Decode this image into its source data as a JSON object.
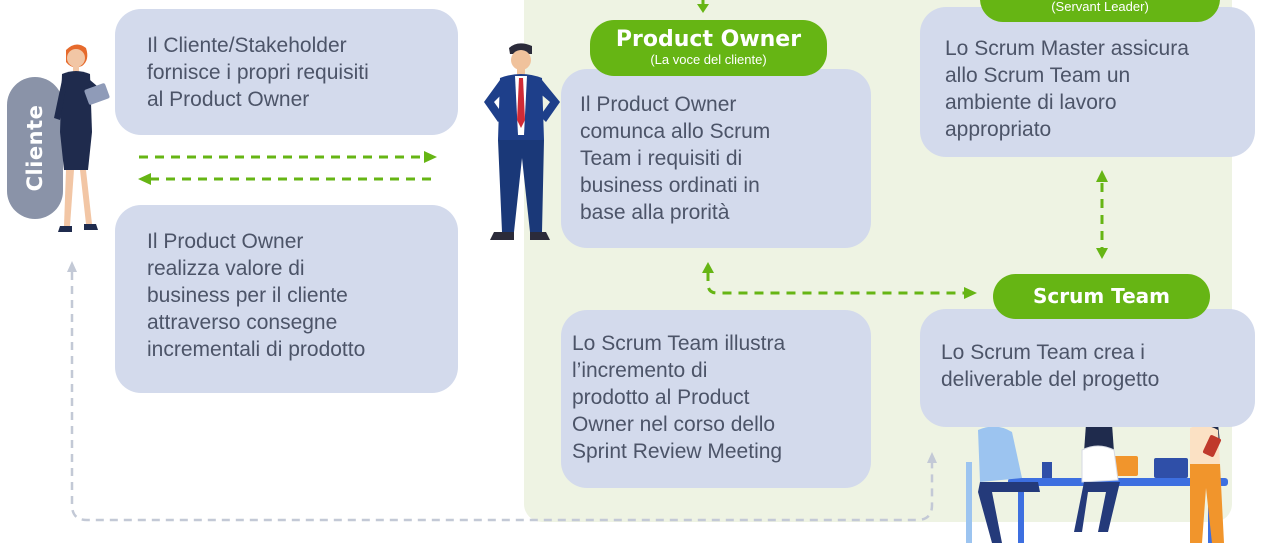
{
  "client_label": "Cliente",
  "product_owner": {
    "title": "Product Owner",
    "subtitle": "(La voce del cliente)"
  },
  "scrum_master": {
    "subtitle": "(Servant Leader)"
  },
  "scrum_team": {
    "title": "Scrum Team"
  },
  "boxes": {
    "client_requirements": "Il Cliente/Stakeholder\nfornisce i propri requisiti\nal Product Owner",
    "po_value": "Il Product Owner\nrealizza valore  di\nbusiness per il cliente\nattraverso consegne\nincrementali di prodotto",
    "po_communicates": "Il Product Owner\ncomunca allo Scrum\nTeam i requisiti di\nbusiness ordinati in\nbase alla prorità",
    "sm_ensures": "Lo Scrum Master assicura\nallo Scrum Team un\nambiente di lavoro\nappropriato",
    "team_illustrates": "Lo Scrum Team illustra\nl’incremento di\nprodotto al Product\nOwner nel corso dello\nSprint Review Meeting",
    "team_creates": "Lo Scrum Team crea i\ndeliverable del progetto"
  },
  "colors": {
    "accent_green": "#66b514",
    "box_fill": "#d3daec",
    "zone_fill": "#eef3e3",
    "connector_gray": "#c3c9d6",
    "tab_gray": "#8a93a8"
  },
  "icons": [
    "businesswoman-figure",
    "businessman-figure",
    "team-at-desk-illustration"
  ]
}
